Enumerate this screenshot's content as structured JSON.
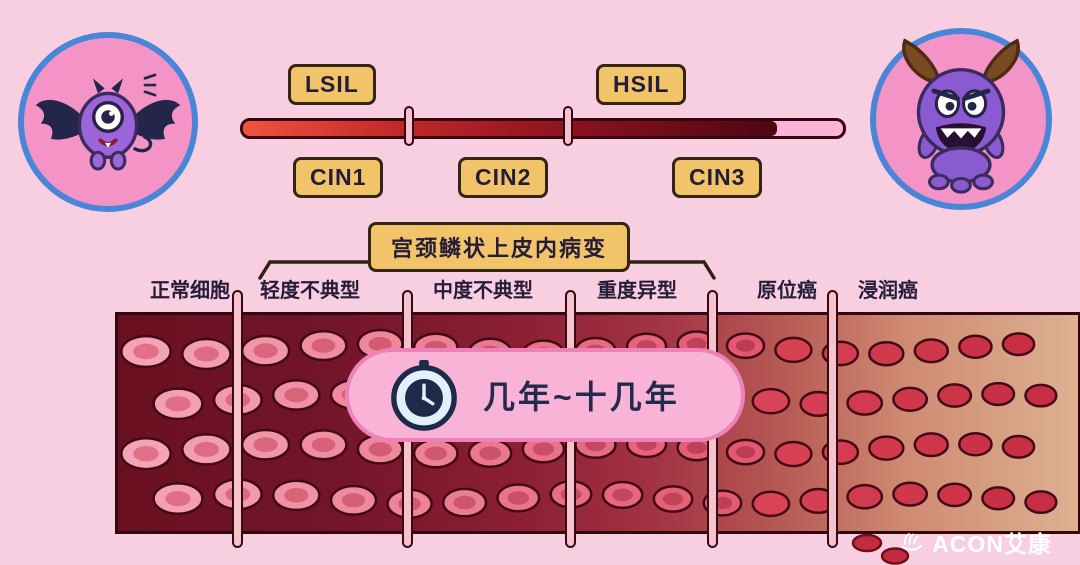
{
  "header": {
    "bar_upper_labels": [
      {
        "label": "LSIL"
      },
      {
        "label": "HSIL"
      }
    ],
    "bar_lower_labels": [
      {
        "label": "CIN1"
      },
      {
        "label": "CIN2"
      },
      {
        "label": "CIN3"
      }
    ]
  },
  "bracket": {
    "label": "宫颈鳞状上皮内病变"
  },
  "stages": [
    {
      "label": "正常细胞"
    },
    {
      "label": "轻度不典型"
    },
    {
      "label": "中度不典型"
    },
    {
      "label": "重度异型"
    },
    {
      "label": "原位癌"
    },
    {
      "label": "浸润癌"
    }
  ],
  "duration_banner": {
    "text": "几年~十几年",
    "icon": "clock-icon"
  },
  "watermark": {
    "text": "ACON艾康",
    "icon": "hand-logo-icon"
  },
  "decorations": {
    "left_badge_icon": "one-eyed-bat-monster-icon",
    "right_badge_icon": "horned-monster-icon"
  },
  "colors": {
    "background": "#f8cfe0",
    "tag_bg": "#f2c469",
    "tag_border": "#332414",
    "bar_fill_start": "#ef5340",
    "bar_fill_end": "#4d0712",
    "bar_track_pink": "#f9b4d6",
    "banner_bg": "#f9b3d6",
    "banner_border": "#ee82b8",
    "dark_text": "#241c38",
    "badge_border": "#4a86d8",
    "badge_bg": "#f494c6",
    "tissue_dark": "#691020",
    "tissue_tan": "#dcb191"
  }
}
